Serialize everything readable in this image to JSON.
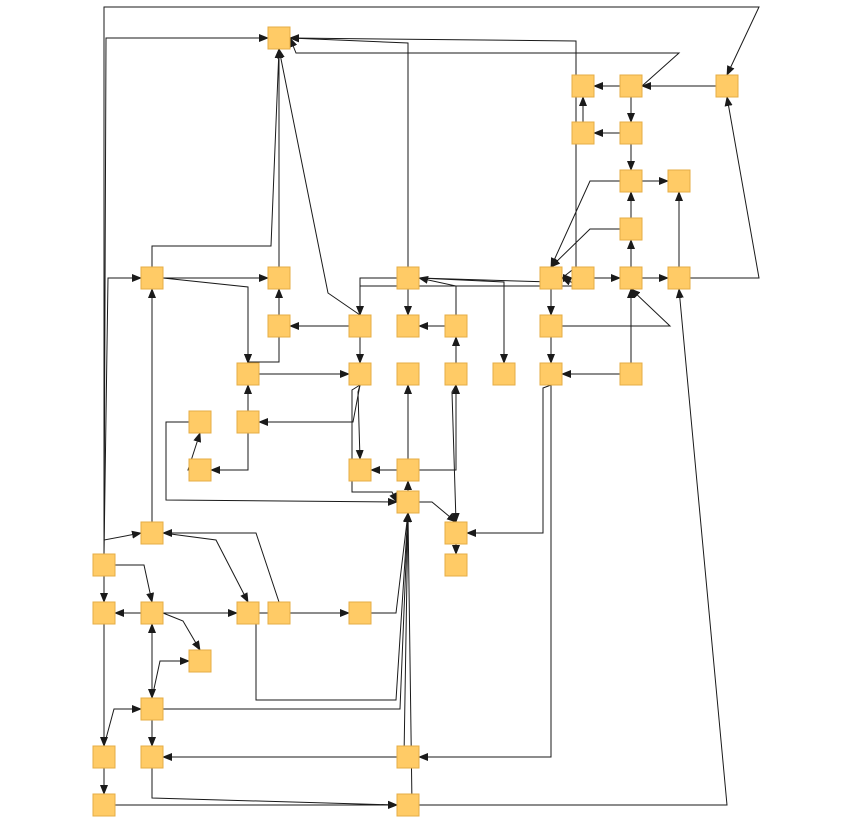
{
  "colors": {
    "node_fill": "#ffcb66",
    "node_stroke": "#e6ad45",
    "edge": "#1a1a1a",
    "background": "#ffffff"
  },
  "nodes": [
    {
      "id": "top",
      "col": 5,
      "row": 0
    },
    {
      "id": "r1a",
      "col": 12,
      "row": 1
    },
    {
      "id": "r1b",
      "col": 13,
      "row": 1
    },
    {
      "id": "r1c",
      "col": 15,
      "row": 1
    },
    {
      "id": "r2a",
      "col": 12,
      "row": 2
    },
    {
      "id": "r2b",
      "col": 13,
      "row": 2
    },
    {
      "id": "r3a",
      "col": 13,
      "row": 3
    },
    {
      "id": "r3b",
      "col": 14,
      "row": 3
    },
    {
      "id": "r4a",
      "col": 13,
      "row": 4
    },
    {
      "id": "m5a",
      "col": 2,
      "row": 5
    },
    {
      "id": "m5b",
      "col": 5,
      "row": 5
    },
    {
      "id": "m5c",
      "col": 8,
      "row": 5
    },
    {
      "id": "m5d",
      "col": 11,
      "row": 5
    },
    {
      "id": "m5e",
      "col": 12,
      "row": 5
    },
    {
      "id": "m5f",
      "col": 13,
      "row": 5
    },
    {
      "id": "m5g",
      "col": 14,
      "row": 5
    },
    {
      "id": "m6a",
      "col": 5,
      "row": 6
    },
    {
      "id": "m6b",
      "col": 7,
      "row": 6
    },
    {
      "id": "m6c",
      "col": 8,
      "row": 6
    },
    {
      "id": "m6d",
      "col": 9,
      "row": 6
    },
    {
      "id": "m6e",
      "col": 11,
      "row": 6
    },
    {
      "id": "m7a",
      "col": 4,
      "row": 7
    },
    {
      "id": "m7b",
      "col": 7,
      "row": 7
    },
    {
      "id": "m7c",
      "col": 8,
      "row": 7
    },
    {
      "id": "m7d",
      "col": 9,
      "row": 7
    },
    {
      "id": "m7e",
      "col": 10,
      "row": 7
    },
    {
      "id": "m7f",
      "col": 11,
      "row": 7
    },
    {
      "id": "m7g",
      "col": 13,
      "row": 7
    },
    {
      "id": "m8a",
      "col": 3,
      "row": 8
    },
    {
      "id": "m8b",
      "col": 4,
      "row": 8
    },
    {
      "id": "m9a",
      "col": 3,
      "row": 9
    },
    {
      "id": "m9b",
      "col": 7,
      "row": 9
    },
    {
      "id": "m9c",
      "col": 8,
      "row": 9
    },
    {
      "id": "m10a",
      "col": 8,
      "row": 10
    },
    {
      "id": "b11a",
      "col": 2,
      "row": 11
    },
    {
      "id": "b11b",
      "col": 9,
      "row": 11
    },
    {
      "id": "b12a",
      "col": 1,
      "row": 12
    },
    {
      "id": "b12b",
      "col": 9,
      "row": 12
    },
    {
      "id": "b13a",
      "col": 1,
      "row": 13
    },
    {
      "id": "b13b",
      "col": 2,
      "row": 13
    },
    {
      "id": "b13c",
      "col": 4,
      "row": 13
    },
    {
      "id": "b13d",
      "col": 5,
      "row": 13
    },
    {
      "id": "b13e",
      "col": 7,
      "row": 13
    },
    {
      "id": "b14a",
      "col": 3,
      "row": 14
    },
    {
      "id": "b15a",
      "col": 2,
      "row": 15
    },
    {
      "id": "b16a",
      "col": 1,
      "row": 16
    },
    {
      "id": "b16b",
      "col": 2,
      "row": 16
    },
    {
      "id": "b16c",
      "col": 8,
      "row": 16
    },
    {
      "id": "b17a",
      "col": 1,
      "row": 17
    },
    {
      "id": "b17b",
      "col": 8,
      "row": 17
    }
  ],
  "edges": [
    {
      "from": "m5a",
      "to": "top"
    },
    {
      "from": "m5b",
      "to": "top"
    },
    {
      "from": "m5c",
      "to": "top"
    },
    {
      "from": "m6b",
      "to": "top"
    },
    {
      "from": "r1b",
      "to": "top"
    },
    {
      "from": "m5d",
      "to": "top"
    },
    {
      "from": "r1c",
      "to": "r1b"
    },
    {
      "from": "r1b",
      "to": "r1a"
    },
    {
      "from": "r2a",
      "to": "r1a"
    },
    {
      "from": "r1c",
      "to": "r2b"
    },
    {
      "from": "r2b",
      "to": "r2a"
    },
    {
      "from": "r2b",
      "to": "r3a"
    },
    {
      "from": "r3a",
      "to": "r3b"
    },
    {
      "from": "m5g",
      "to": "r3b"
    },
    {
      "from": "r4a",
      "to": "r3a"
    },
    {
      "from": "m5f",
      "to": "r4a"
    },
    {
      "from": "m5g",
      "to": "r1c"
    },
    {
      "from": "r3a",
      "to": "m5d"
    },
    {
      "from": "r4a",
      "to": "m5d"
    },
    {
      "from": "m5d",
      "to": "m5e"
    },
    {
      "from": "m5e",
      "to": "m5f"
    },
    {
      "from": "m5d",
      "to": "m6e"
    },
    {
      "from": "m6e",
      "to": "m5f"
    },
    {
      "from": "m5f",
      "to": "m5g"
    },
    {
      "from": "m7g",
      "to": "m5f"
    },
    {
      "from": "m5a",
      "to": "m5b"
    },
    {
      "from": "m5a",
      "to": "m7a"
    },
    {
      "from": "m6a",
      "to": "m5b"
    },
    {
      "from": "m6b",
      "to": "m6a"
    },
    {
      "from": "m6a",
      "to": "m7a"
    },
    {
      "from": "m7a",
      "to": "m7b"
    },
    {
      "from": "m5c",
      "to": "m6b"
    },
    {
      "from": "m5c",
      "to": "m6c"
    },
    {
      "from": "m6d",
      "to": "m6c"
    },
    {
      "from": "m6d",
      "to": "m5c"
    },
    {
      "from": "m7b",
      "to": "m5d"
    },
    {
      "from": "m5c",
      "to": "m7e"
    },
    {
      "from": "m5c",
      "to": "m7f"
    },
    {
      "from": "m7g",
      "to": "m7f"
    },
    {
      "from": "m6b",
      "to": "m7b"
    },
    {
      "from": "m7d",
      "to": "m6d"
    },
    {
      "from": "m7b",
      "to": "m8b"
    },
    {
      "from": "m8b",
      "to": "m7a"
    },
    {
      "from": "m9a",
      "to": "m8a"
    },
    {
      "from": "m8b",
      "to": "m9a"
    },
    {
      "from": "m7b",
      "to": "m9b"
    },
    {
      "from": "m9c",
      "to": "m9b"
    },
    {
      "from": "m9c",
      "to": "m7c"
    },
    {
      "from": "m9c",
      "to": "m7d"
    },
    {
      "from": "m8a",
      "to": "m10a"
    },
    {
      "from": "m7b",
      "to": "m10a"
    },
    {
      "from": "m10a",
      "to": "m9c"
    },
    {
      "from": "m7d",
      "to": "b11b"
    },
    {
      "from": "m10a",
      "to": "b11b"
    },
    {
      "from": "m7f",
      "to": "b11b"
    },
    {
      "from": "b11b",
      "to": "b12b"
    },
    {
      "from": "b15a",
      "to": "m10a"
    },
    {
      "from": "b12a",
      "to": "top"
    },
    {
      "from": "b12a",
      "to": "b11a"
    },
    {
      "from": "b12a",
      "to": "b13b"
    },
    {
      "from": "b12a",
      "to": "b13a"
    },
    {
      "from": "b12a",
      "to": "m5a"
    },
    {
      "from": "b12a",
      "to": "r1c"
    },
    {
      "from": "b11a",
      "to": "m5a"
    },
    {
      "from": "b11a",
      "to": "b13c"
    },
    {
      "from": "b13d",
      "to": "b11a"
    },
    {
      "from": "b13b",
      "to": "b13a"
    },
    {
      "from": "b13b",
      "to": "b13c"
    },
    {
      "from": "b13b",
      "to": "b14a"
    },
    {
      "from": "b13d",
      "to": "b13e"
    },
    {
      "from": "b13d",
      "to": "b15a"
    },
    {
      "from": "b13e",
      "to": "m10a"
    },
    {
      "from": "b13b",
      "to": "m10a"
    },
    {
      "from": "b15a",
      "to": "b14a"
    },
    {
      "from": "b15a",
      "to": "b13b"
    },
    {
      "from": "b13a",
      "to": "b16a"
    },
    {
      "from": "b16a",
      "to": "b15a"
    },
    {
      "from": "b16a",
      "to": "b17a"
    },
    {
      "from": "b15a",
      "to": "b16b"
    },
    {
      "from": "b16c",
      "to": "b16b"
    },
    {
      "from": "m7f",
      "to": "b16c"
    },
    {
      "from": "b16c",
      "to": "m10a"
    },
    {
      "from": "b16b",
      "to": "b17b"
    },
    {
      "from": "b17a",
      "to": "b17b"
    },
    {
      "from": "b17b",
      "to": "m10a"
    },
    {
      "from": "b17b",
      "to": "m5g"
    }
  ]
}
